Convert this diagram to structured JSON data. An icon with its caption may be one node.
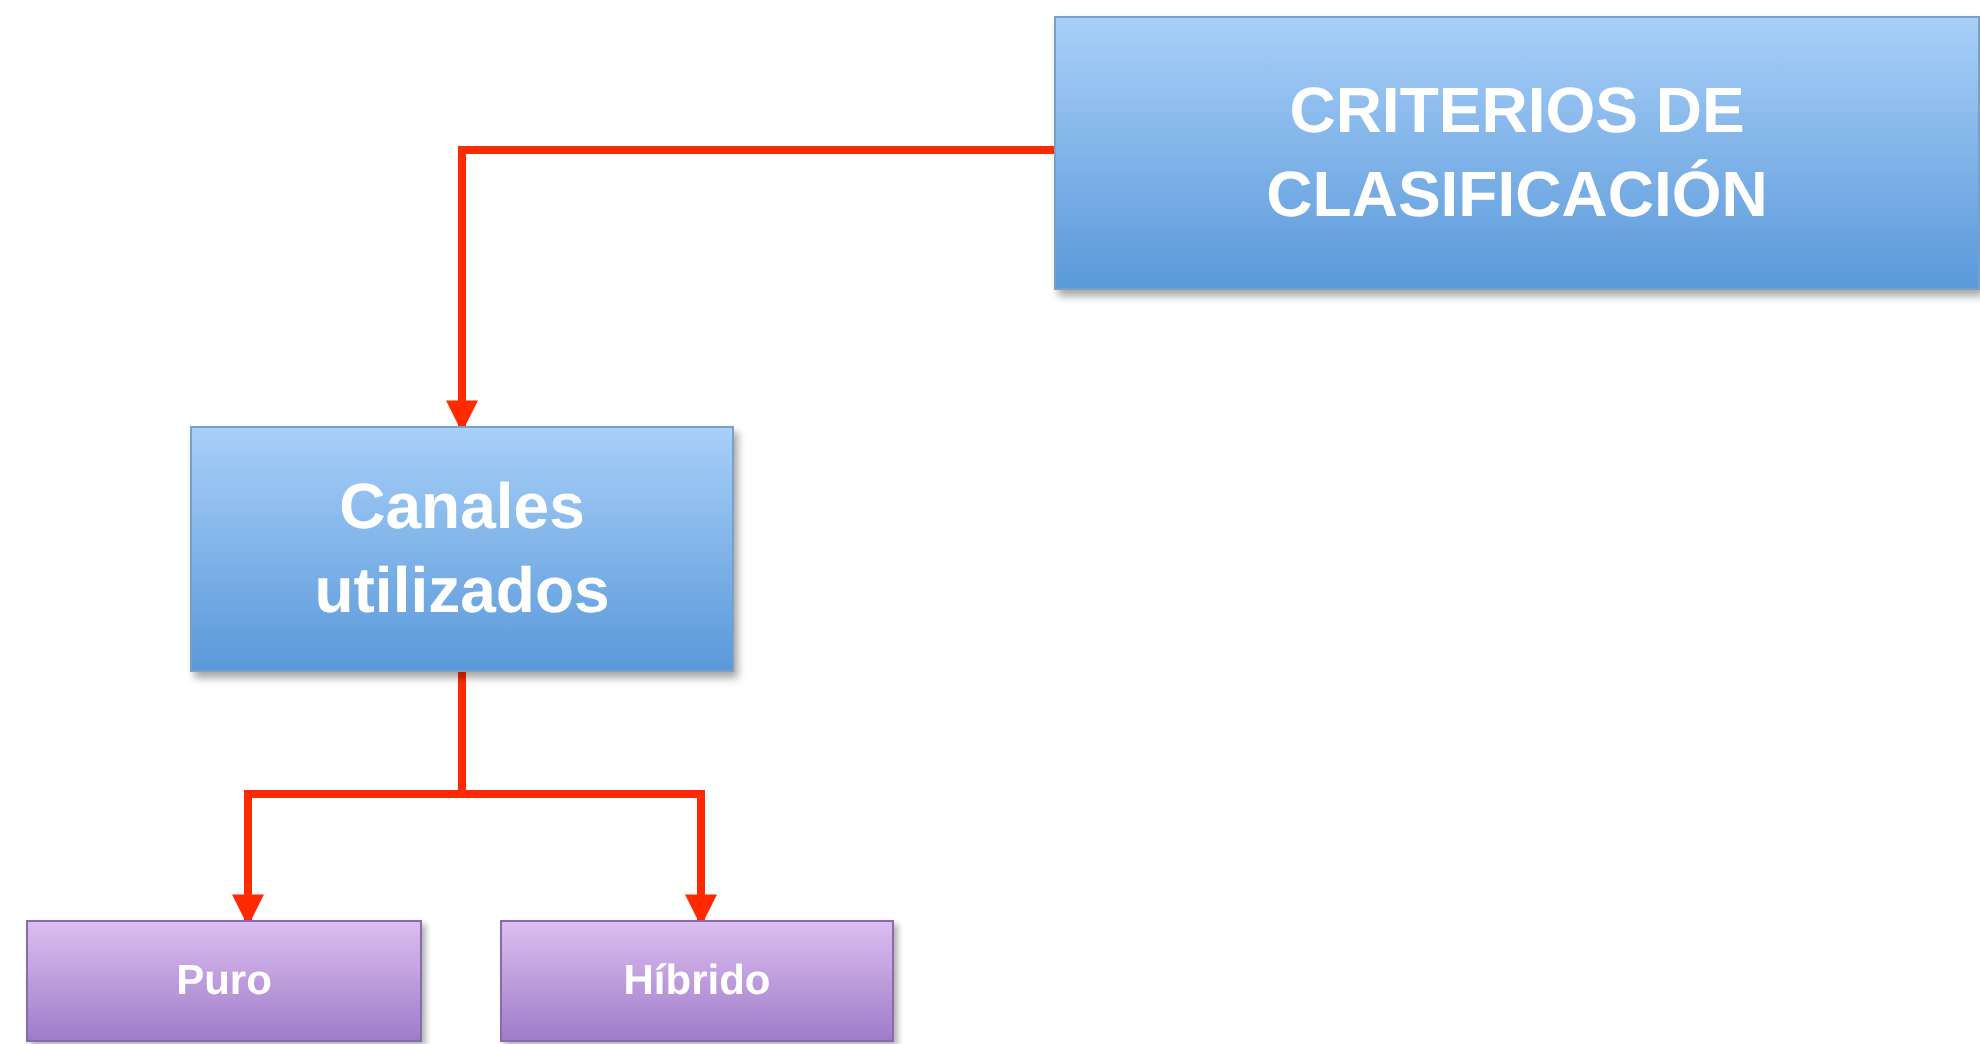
{
  "diagram": {
    "nodes": [
      {
        "text": [
          "CRITERIOS DE CLASIFICACIÓN"
        ]
      },
      {
        "text": [
          "Canales utilizados"
        ]
      },
      {
        "text": [
          "Puro"
        ]
      },
      {
        "text": [
          "Híbrido"
        ]
      }
    ],
    "edges": [
      {
        "from": 0,
        "to": 1,
        "arrow": "to"
      },
      {
        "from": 1,
        "to": 2,
        "arrow": "to"
      },
      {
        "from": 1,
        "to": 3,
        "arrow": "to"
      }
    ]
  }
}
